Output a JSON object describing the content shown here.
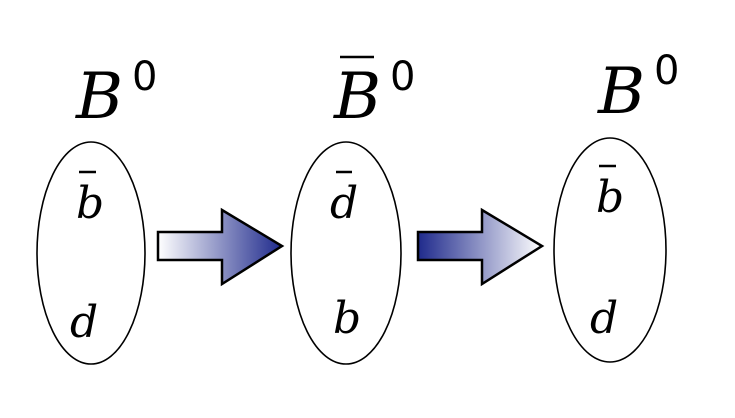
{
  "stages": [
    {
      "symbol": "B",
      "superscript": "0",
      "barred": false,
      "top_quark": "b",
      "top_quark_barred": true,
      "bottom_quark": "d",
      "bottom_quark_barred": false
    },
    {
      "symbol": "B",
      "superscript": "0",
      "barred": true,
      "top_quark": "d",
      "top_quark_barred": true,
      "bottom_quark": "b",
      "bottom_quark_barred": false
    },
    {
      "symbol": "B",
      "superscript": "0",
      "barred": false,
      "top_quark": "b",
      "top_quark_barred": true,
      "bottom_quark": "d",
      "bottom_quark_barred": false
    }
  ],
  "arrows": [
    {
      "gradient": "white-to-blue"
    },
    {
      "gradient": "blue-to-white"
    }
  ],
  "colors": {
    "arrow_blue": "#1f2a8c",
    "arrow_white": "#ffffff",
    "stroke": "#000000"
  }
}
